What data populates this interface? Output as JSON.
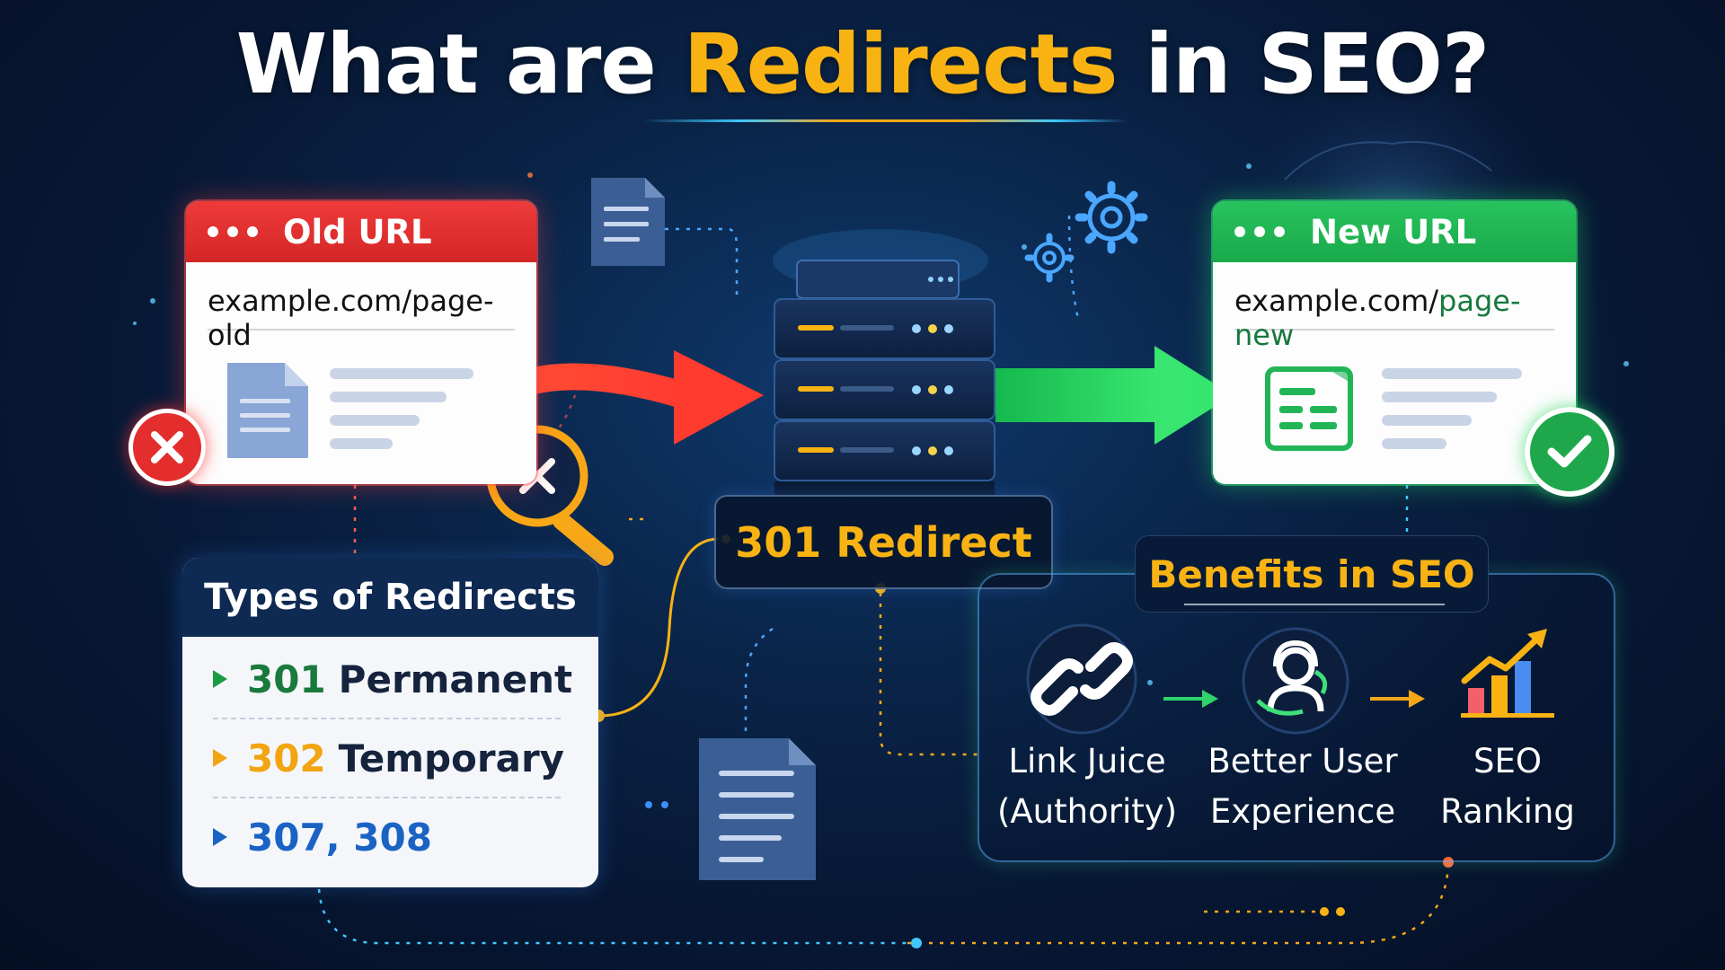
{
  "title": {
    "pre": "What are ",
    "accent": "Redirects",
    "post": " in SEO?"
  },
  "old_url": {
    "header": "Old URL",
    "url": "example.com/page-old"
  },
  "new_url": {
    "header": "New URL",
    "url_domain": "example.com/",
    "url_path": "page-new"
  },
  "redirect": {
    "label": "301 Redirect"
  },
  "types": {
    "title": "Types of Redirects",
    "items": [
      {
        "code": "301",
        "label": "Permanent",
        "color": "#1a7a3e",
        "marker": "#1a9c46"
      },
      {
        "code": "302",
        "label": "Temporary",
        "color": "#f2a411",
        "marker": "#f2a411"
      },
      {
        "code": "307, 308",
        "label": "",
        "color": "#1a63c4",
        "marker": "#1a63c4"
      }
    ]
  },
  "benefits": {
    "title": "Benefits in SEO",
    "items": [
      {
        "line1": "Link Juice",
        "line2": "(Authority)",
        "icon": "link-icon"
      },
      {
        "line1": "Better User",
        "line2": "Experience",
        "icon": "user-headset-icon"
      },
      {
        "line1": "SEO",
        "line2": "Ranking",
        "icon": "bar-chart-growth-icon"
      }
    ]
  },
  "colors": {
    "accent": "#f8b313",
    "old_red": "#e42d2d",
    "new_green": "#1fa84b",
    "background": "#0a2448"
  }
}
